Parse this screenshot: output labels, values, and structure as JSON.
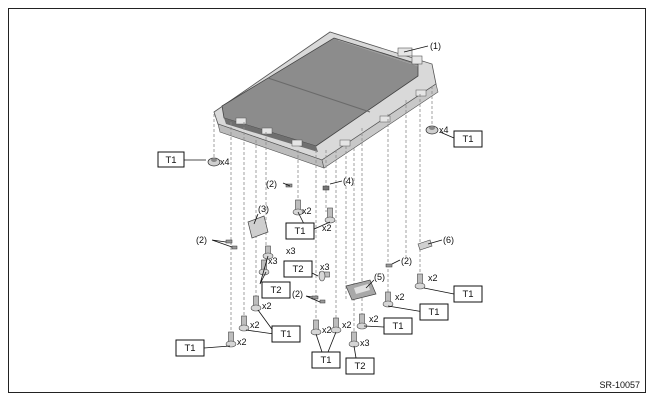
{
  "part_labels": {
    "p1": "(1)",
    "p2a": "(2)",
    "p2b": "(2)",
    "p2c": "(2)",
    "p2d": "(2)",
    "p3": "(3)",
    "p4": "(4)",
    "p5": "(5)",
    "p6": "(6)"
  },
  "torque_labels": {
    "t1_left_nut": "T1",
    "t1_right_nut": "T1",
    "t1_center_bolts": "T1",
    "t2_bolts_x3": "T2",
    "t2_center": "T2",
    "t1_right_mid": "T1",
    "t1_right_low": "T1",
    "t1_mid_low": "T1",
    "t1_left_low": "T1",
    "t1_bottom_left": "T1",
    "t1_bottom_center": "T1",
    "t2_bottom_center": "T2"
  },
  "quantities": {
    "q_left_nut": "x4",
    "q_right_nut": "x4",
    "q_c1": "x2",
    "q_c2": "x2",
    "q_c3": "x3",
    "q_c4": "x3",
    "q_c5": "x3",
    "q_r1": "x2",
    "q_r2": "x2",
    "q_r3": "x2",
    "q_l1": "x2",
    "q_l2": "x2",
    "q_l3": "x2",
    "q_b1": "x2",
    "q_b2": "x2",
    "q_b3": "x3"
  },
  "figure_code": "SR-10057",
  "colors": {
    "panel": "#8c8c8c",
    "frame": "#cfcfcf",
    "line": "#111111"
  }
}
